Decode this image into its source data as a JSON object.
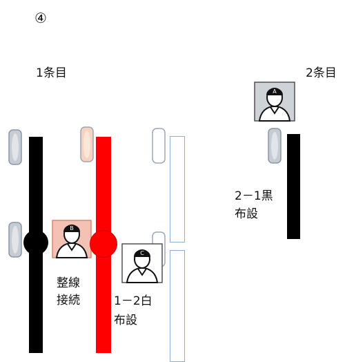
{
  "header": {
    "step_marker": "④"
  },
  "columns": {
    "left_label": "1条目",
    "right_label": "2条目"
  },
  "labels": {
    "splice_line1": "整線",
    "splice_line2": "接続",
    "white_lay_line1": "1－2白",
    "white_lay_line2": "布設",
    "black_lay_line1": "2－1黒",
    "black_lay_line2": "布設"
  },
  "workers": {
    "a": "A",
    "b": "B",
    "c": "C"
  },
  "colors": {
    "black_cable": "#000000",
    "red_cable": "#ff0000",
    "white_cable_border": "#8fb0d6",
    "spool_gray": "#c7ccd3",
    "spool_peach": "#f6d2bf",
    "worker_b_box": "#f4c2b4",
    "worker_box_gray": "#cfd3d8"
  }
}
